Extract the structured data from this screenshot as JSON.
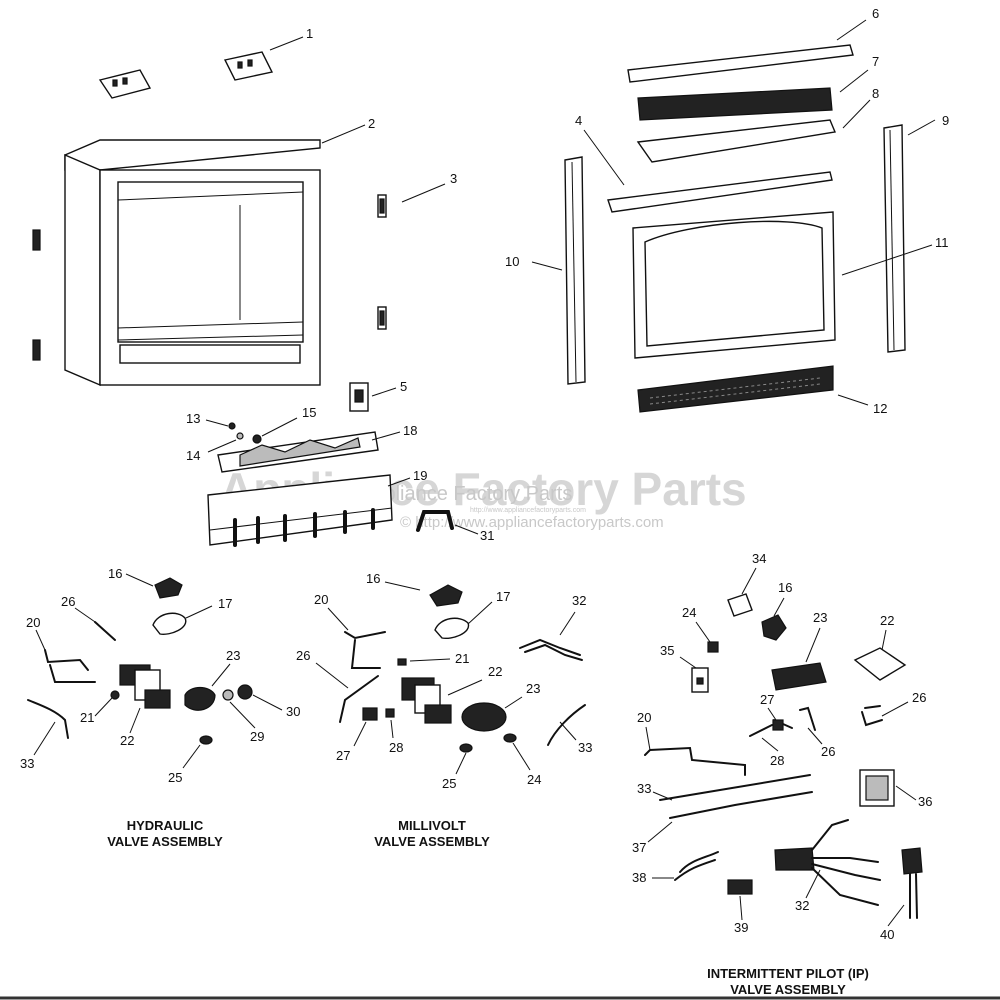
{
  "watermark": {
    "brand": "Appliance Factory Parts",
    "brand_small": "Appliance Factory Parts",
    "tiny_url": "http://www.appliancefactoryparts.com",
    "url": "© http://www.appliancefactoryparts.com"
  },
  "sections": {
    "hydraulic": {
      "line1": "HYDRAULIC",
      "line2": "VALVE ASSEMBLY"
    },
    "millivolt": {
      "line1": "MILLIVOLT",
      "line2": "VALVE ASSEMBLY"
    },
    "ip": {
      "line1": "INTERMITTENT PILOT (IP)",
      "line2": "VALVE ASSEMBLY"
    }
  },
  "callouts": {
    "c1": "1",
    "c2": "2",
    "c3": "3",
    "c4": "4",
    "c5": "5",
    "c6": "6",
    "c7": "7",
    "c8": "8",
    "c9": "9",
    "c10": "10",
    "c11": "11",
    "c12": "12",
    "c13": "13",
    "c14": "14",
    "c15": "15",
    "c18": "18",
    "c19": "19",
    "c31": "31",
    "h16": "16",
    "h17": "17",
    "h20": "20",
    "h21": "21",
    "h22": "22",
    "h23": "23",
    "h25": "25",
    "h26": "26",
    "h29": "29",
    "h30": "30",
    "h33": "33",
    "m16": "16",
    "m17": "17",
    "m20": "20",
    "m21": "21",
    "m22": "22",
    "m23": "23",
    "m24": "24",
    "m25": "25",
    "m26": "26",
    "m27": "27",
    "m28": "28",
    "m32": "32",
    "m33": "33",
    "i16": "16",
    "i20": "20",
    "i22": "22",
    "i23": "23",
    "i24": "24",
    "i26a": "26",
    "i26b": "26",
    "i27": "27",
    "i28": "28",
    "i32": "32",
    "i33": "33",
    "i34": "34",
    "i35": "35",
    "i36": "36",
    "i37": "37",
    "i38": "38",
    "i39": "39",
    "i40": "40"
  }
}
